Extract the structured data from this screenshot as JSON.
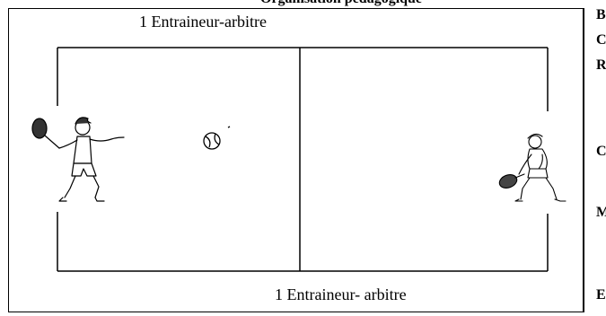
{
  "heading": "Organisation pédagogique",
  "court": {
    "umpire_top": "1 Entraineur-arbitre",
    "umpire_bottom": "1 Entraineur- arbitre"
  },
  "side_column": {
    "letters": [
      "B",
      "C",
      "R",
      "C",
      "M",
      "E"
    ]
  },
  "icons": {
    "player_left": "tennis-player-forehand-icon",
    "player_right": "tennis-player-ready-icon",
    "ball": "tennis-ball-icon"
  }
}
